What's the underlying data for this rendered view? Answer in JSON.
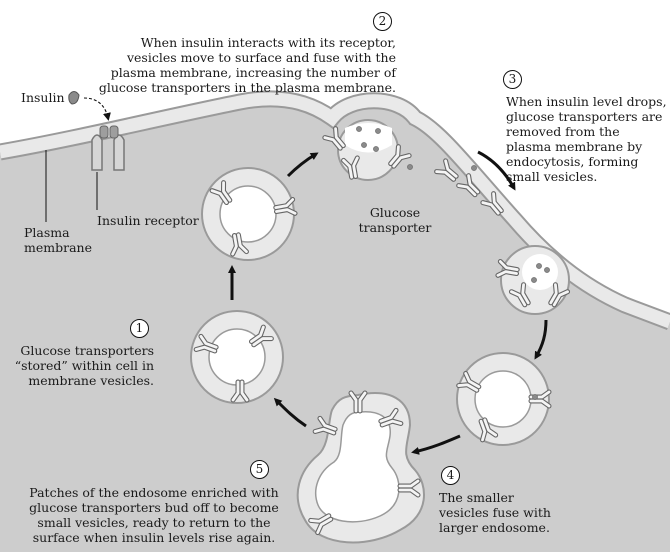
{
  "labels": {
    "insulin": "Insulin",
    "plasma_membrane": "Plasma membrane",
    "insulin_receptor": "Insulin receptor",
    "glucose_transporter": "Glucose transporter"
  },
  "steps": [
    {
      "number": "1",
      "text": "Glucose transporters “stored” within cell in membrane vesicles."
    },
    {
      "number": "2",
      "text": "When insulin interacts with its receptor, vesicles move to surface and fuse with the plasma membrane, increasing the number of glucose transporters in the plasma membrane."
    },
    {
      "number": "3",
      "text": "When insulin level drops, glucose transporters are removed from the plasma membrane by endocytosis, forming small vesicles."
    },
    {
      "number": "4",
      "text": "The smaller vesicles fuse with larger endosome."
    },
    {
      "number": "5",
      "text": "Patches of the endosome enriched with glucose transporters bud off to become small vesicles, ready to return to the surface when insulin levels rise again."
    }
  ],
  "colors": {
    "cytoplasm": "#cdcdcd",
    "membrane": "#e9e9e9",
    "membrane_edge": "#9a9a9a",
    "exterior": "#ffffff",
    "arrow": "#111111",
    "molecule": "#8a8a8a"
  }
}
